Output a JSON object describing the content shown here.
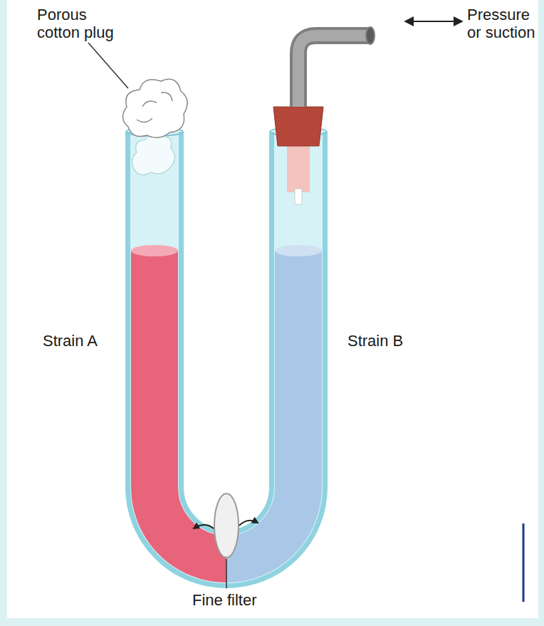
{
  "diagram": {
    "labels": [
      "Porous cotton plug",
      "Pressure or suction",
      "Strain A",
      "Strain B",
      "Fine filter"
    ]
  }
}
